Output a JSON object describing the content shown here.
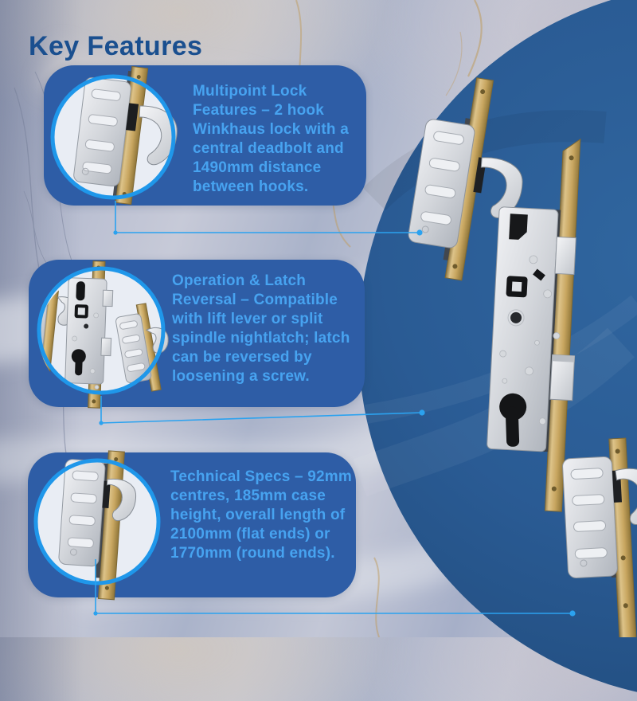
{
  "page": {
    "title": "Key Features"
  },
  "features": [
    {
      "name": "multipoint-lock-features",
      "text": "Multipoint Lock Features – 2 hook Winkhaus lock with a central deadbolt and 1490mm distance between hooks.",
      "image": "hook-lock-closeup-photo"
    },
    {
      "name": "operation-latch-reversal",
      "text": "Operation & Latch Reversal – Compatible with lift lever or split spindle nightlatch; latch can be reversed by loosening a screw.",
      "image": "gearbox-and-hooks-closeup-photo"
    },
    {
      "name": "technical-specs",
      "text": "Technical Specs – 92mm centres, 185mm case height, overall length of 2100mm (flat ends) or 1770mm (round ends).",
      "image": "hook-case-closeup-photo"
    }
  ],
  "product": {
    "image": "winkhaus-2-hook-multipoint-lock-photo"
  },
  "colors": {
    "cardBg": "#2e5da6",
    "circleBg": "#2a5b94",
    "accentRing": "#1f97ea",
    "textBlue": "#47a3f0",
    "titleNavy": "#1a4f8f",
    "connector": "#2ba2ef"
  }
}
